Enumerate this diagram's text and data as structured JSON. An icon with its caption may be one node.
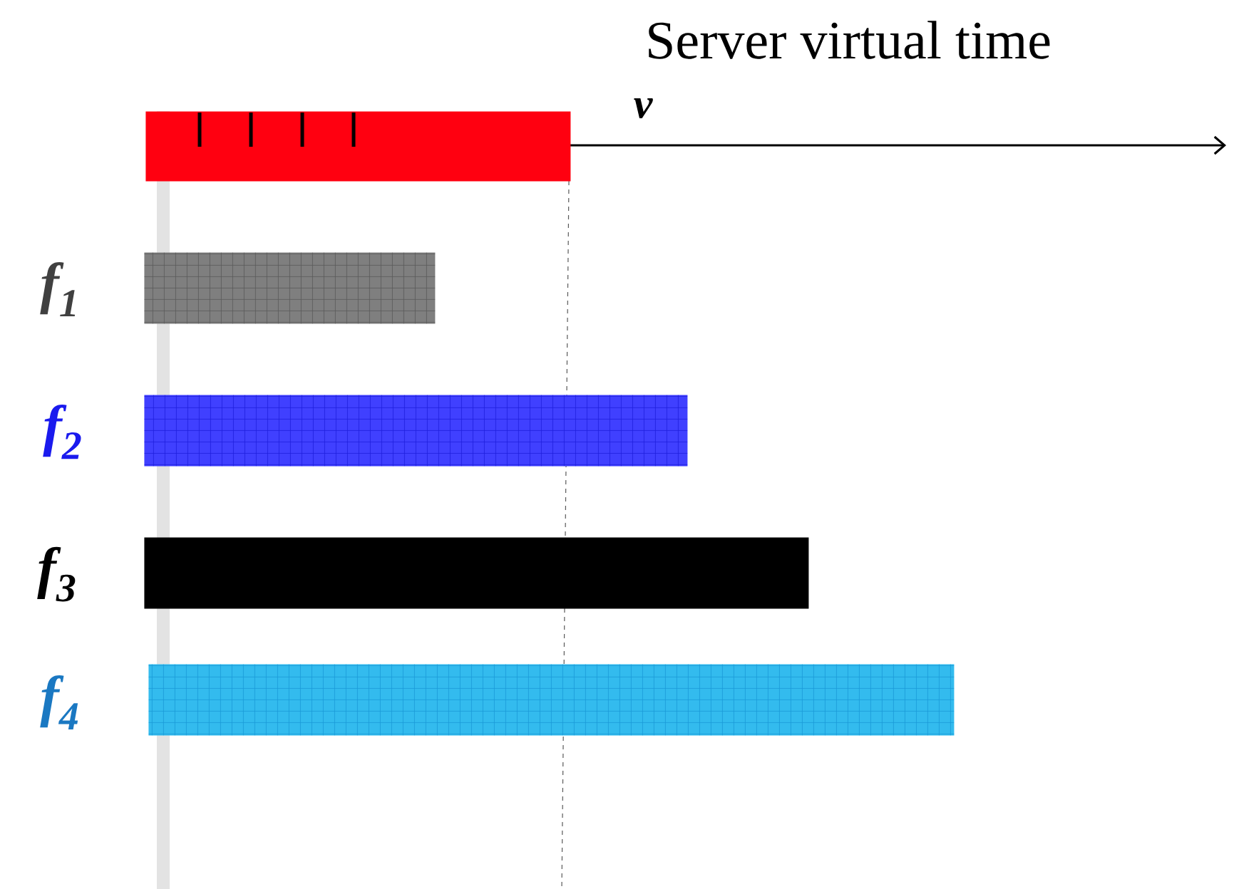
{
  "diagram": {
    "nodes": [
      {
        "text": [],
        "shape": "bar"
      },
      {
        "text": [],
        "shape": "bar",
        "beside": [
          "f$_{1}$"
        ]
      },
      {
        "text": [],
        "shape": "bar",
        "beside": [
          "f$_{2}$"
        ]
      },
      {
        "text": [],
        "shape": "bar",
        "beside": [
          "f$_{3}$"
        ]
      },
      {
        "text": [],
        "shape": "bar",
        "beside": [
          "f$_{4}$"
        ]
      }
    ],
    "labels": [
      "Server virtual time",
      "v"
    ]
  }
}
